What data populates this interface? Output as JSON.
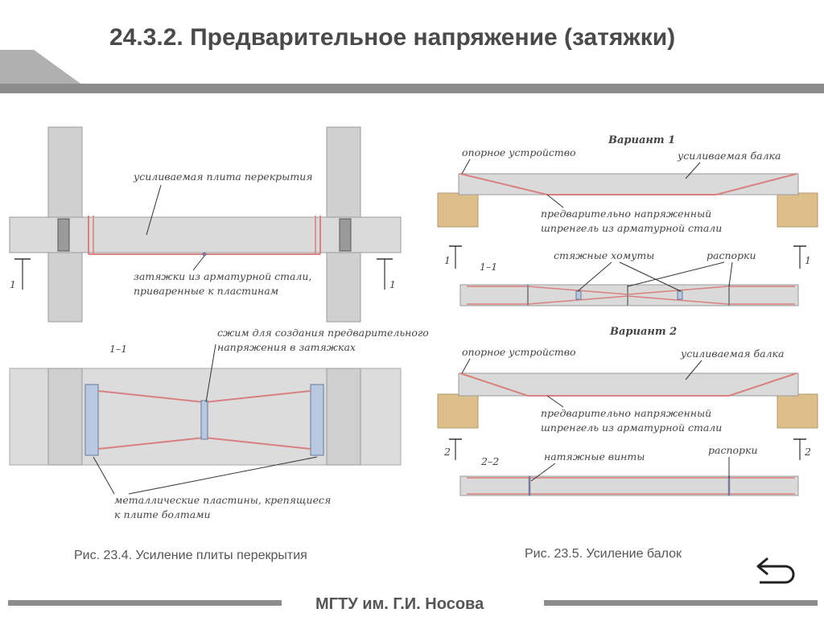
{
  "slide": {
    "title": "24.3.2. Предварительное напряжение (затяжки)",
    "footer": "МГТУ им. Г.И. Носова"
  },
  "left_figure": {
    "label_slab": "усиливаемая плита перекрытия",
    "label_ties_line1": "затяжки из арматурной стали,",
    "label_ties_line2": "приваренные к пластинам",
    "section_mark": "1",
    "section_title": "1–1",
    "label_clamp_line1": "сжим для создания предварительного",
    "label_clamp_line2": "напряжения в затяжках",
    "label_plates_line1": "металлические пластины, крепящиеся",
    "label_plates_line2": "к плите болтами",
    "caption": "Рис. 23.4. Усиление плиты перекрытия"
  },
  "right_figure": {
    "variant1": {
      "title": "Вариант 1",
      "label_support": "опорное устройство",
      "label_beam": "усиливаемая балка",
      "label_truss_line1": "предварительно напряженный",
      "label_truss_line2": "шпренгель из арматурной стали",
      "section_mark": "1",
      "section_title": "1–1",
      "label_clamps": "стяжные хомуты",
      "label_struts": "распорки"
    },
    "variant2": {
      "title": "Вариант 2",
      "label_support": "опорное устройство",
      "label_beam": "усиливаемая балка",
      "label_truss_line1": "предварительно напряженный",
      "label_truss_line2": "шпренгель из арматурной стали",
      "section_mark": "2",
      "section_title": "2–2",
      "label_screws": "натяжные винты",
      "label_struts": "распорки"
    },
    "caption": "Рис. 23.5. Усиление балок"
  },
  "colors": {
    "concrete": "#d8d8d8",
    "concrete_edge": "#9a9a9a",
    "rebar": "#d98080",
    "plate": "#b8c8e0",
    "wood": "#dcbf8a",
    "header_bar": "#8c8c8c"
  },
  "icons": {
    "back": "return-arrow-icon"
  }
}
